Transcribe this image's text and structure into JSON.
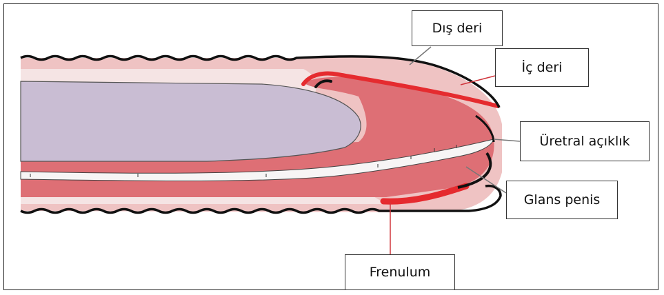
{
  "labels": {
    "dis_deri": "Dış deri",
    "ic_deri": "İç deri",
    "uretral_aciklik": "Üretral açıklık",
    "glans_penis": "Glans penis",
    "frenulum": "Frenulum"
  },
  "colors": {
    "outer_skin": "#efc3c3",
    "glans": "#de6f75",
    "shaft_purple": "#c9bdd3",
    "urethra": "#f7f5f5",
    "inner_skin_line": "#e52b2f",
    "outline": "#111111",
    "leader_gray": "#777777",
    "leader_red": "#d0353c"
  }
}
